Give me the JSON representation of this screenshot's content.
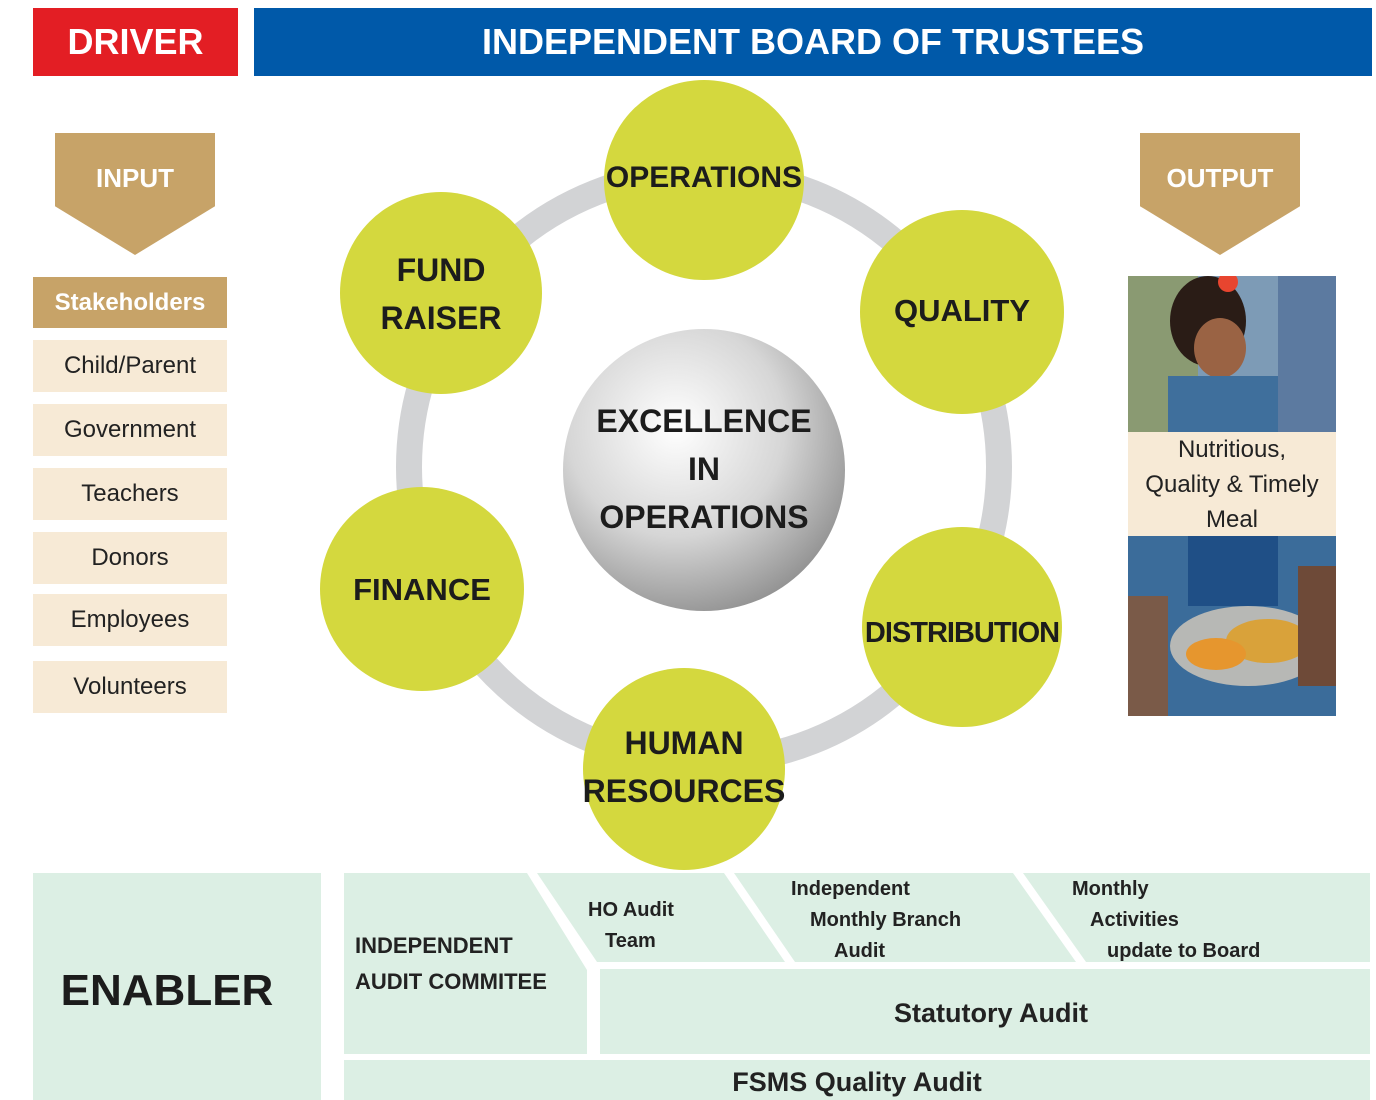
{
  "header": {
    "driver": "DRIVER",
    "board": "INDEPENDENT BOARD OF TRUSTEES"
  },
  "input": {
    "arrow_label": "INPUT",
    "stakeholders_title": "Stakeholders",
    "stakeholders": [
      "Child/Parent",
      "Government",
      "Teachers",
      "Donors",
      "Employees",
      "Volunteers"
    ]
  },
  "center": {
    "line1": "EXCELLENCE",
    "line2": "IN",
    "line3": "OPERATIONS"
  },
  "functions": {
    "operations": "OPERATIONS",
    "quality": "QUALITY",
    "distribution": "DISTRIBUTION",
    "human_resources": [
      "HUMAN",
      "RESOURCES"
    ],
    "finance": "FINANCE",
    "fund_raiser": [
      "FUND",
      "RAISER"
    ]
  },
  "output": {
    "arrow_label": "OUTPUT",
    "caption": [
      "Nutritious,",
      "Quality & Timely",
      "Meal"
    ]
  },
  "enabler": {
    "title": "ENABLER",
    "audit_committee": [
      "INDEPENDENT",
      "AUDIT COMMITEE"
    ],
    "ho_audit": [
      "HO Audit",
      "Team"
    ],
    "branch_audit": [
      "Independent",
      "Monthly Branch",
      "Audit"
    ],
    "monthly_update": [
      "Monthly",
      "Activities",
      "update to Board"
    ],
    "statutory_audit": "Statutory Audit",
    "fsms_audit": "FSMS Quality Audit"
  },
  "colors": {
    "driver": "#e31e24",
    "board": "#0059a9",
    "gold": "#c7a368",
    "lime": "#d4d83e",
    "cream": "#f7ead6",
    "mint": "#dcefe4"
  }
}
